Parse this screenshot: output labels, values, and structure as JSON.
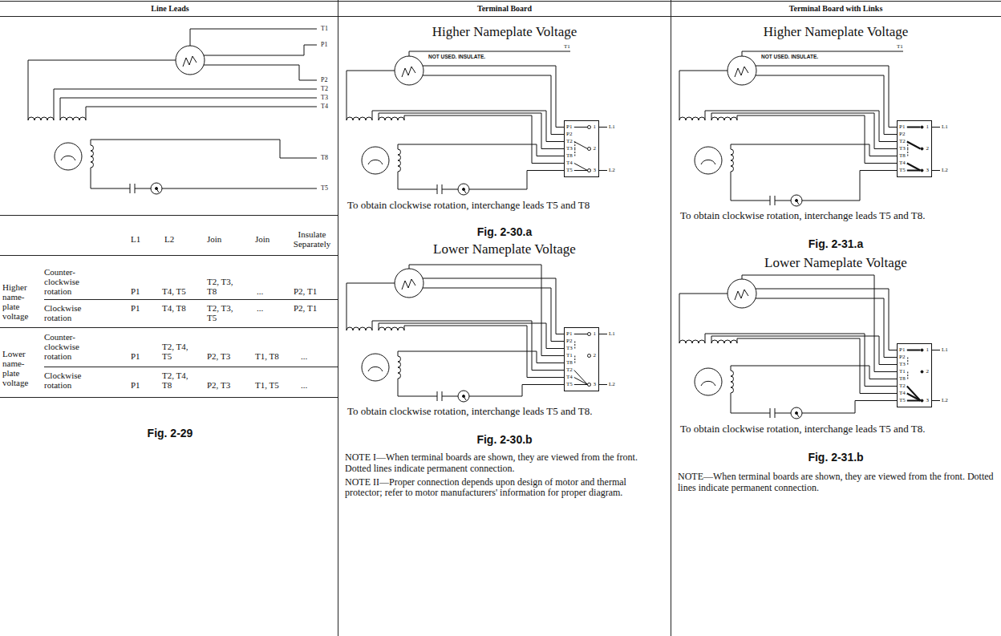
{
  "diagram": {
    "nodes": [
      {
        "text": [
          "P1",
          "P2",
          "T2",
          "T3",
          "T8",
          "T4",
          "T5",
          "1",
          "2",
          "3"
        ]
      },
      {
        "text": [
          "P1",
          "P2",
          "T3",
          "T1",
          "T8",
          "T2",
          "T4",
          "T5",
          "1",
          "2",
          "3"
        ]
      },
      {
        "text": [
          "P1",
          "P2",
          "T2",
          "T3",
          "T8",
          "T4",
          "T5",
          "1",
          "2",
          "3"
        ]
      },
      {
        "text": [
          "P1",
          "P2",
          "T3",
          "T1",
          "T8",
          "T2",
          "T4",
          "T5",
          "1",
          "2",
          "3"
        ]
      }
    ],
    "labels": [
      "Line Leads",
      "Terminal Board",
      "Terminal Board with Links",
      "T1",
      "P1",
      "P2",
      "T2",
      "T3",
      "T4",
      "T8",
      "T5",
      "L1",
      "L2",
      "Join",
      "Join",
      "Insulate Separately",
      "Higher name-plate voltage",
      "Counter-clockwise rotation",
      "P1",
      "T4, T5",
      "T2, T3, T8",
      "...",
      "P2, T1",
      "Clockwise rotation",
      "P1",
      "T4, T8",
      "T2, T3, T5",
      "...",
      "P2, T1",
      "Lower name-plate voltage",
      "Counter-clockwise rotation",
      "P1",
      "T2, T4, T5",
      "P2, T3",
      "T1, T8",
      "...",
      "Clockwise rotation",
      "P1",
      "T2, T4, T8",
      "P2, T3",
      "T1, T5",
      "...",
      "Fig. 2-29",
      "Higher Nameplate Voltage",
      "T1",
      "NOT USED. INSULATE.",
      "L1",
      "L2",
      "To obtain clockwise rotation, interchange leads T5 and T8",
      "Fig. 2-30.a",
      "Lower Nameplate Voltage",
      "L1",
      "L2",
      "To obtain clockwise rotation, interchange leads T5 and T8.",
      "Fig. 2-30.b",
      "NOTE I—When terminal boards are shown, they are viewed from the front. Dotted lines indicate permanent connection.",
      "NOTE II—Proper connection depends upon design of motor and thermal protector; refer to motor manufacturers' information for proper diagram.",
      "Higher Nameplate Voltage",
      "T1",
      "NOT USED. INSULATE.",
      "L1",
      "L2",
      "To obtain clockwise rotation, interchange leads T5 and T8.",
      "Fig. 2-31.a",
      "Lower Nameplate Voltage",
      "L1",
      "L2",
      "To obtain clockwise rotation, interchange leads T5 and T8.",
      "Fig. 2-31.b",
      "NOTE—When terminal boards are shown, they are viewed from the front. Dotted lines indicate permanent connection."
    ]
  }
}
